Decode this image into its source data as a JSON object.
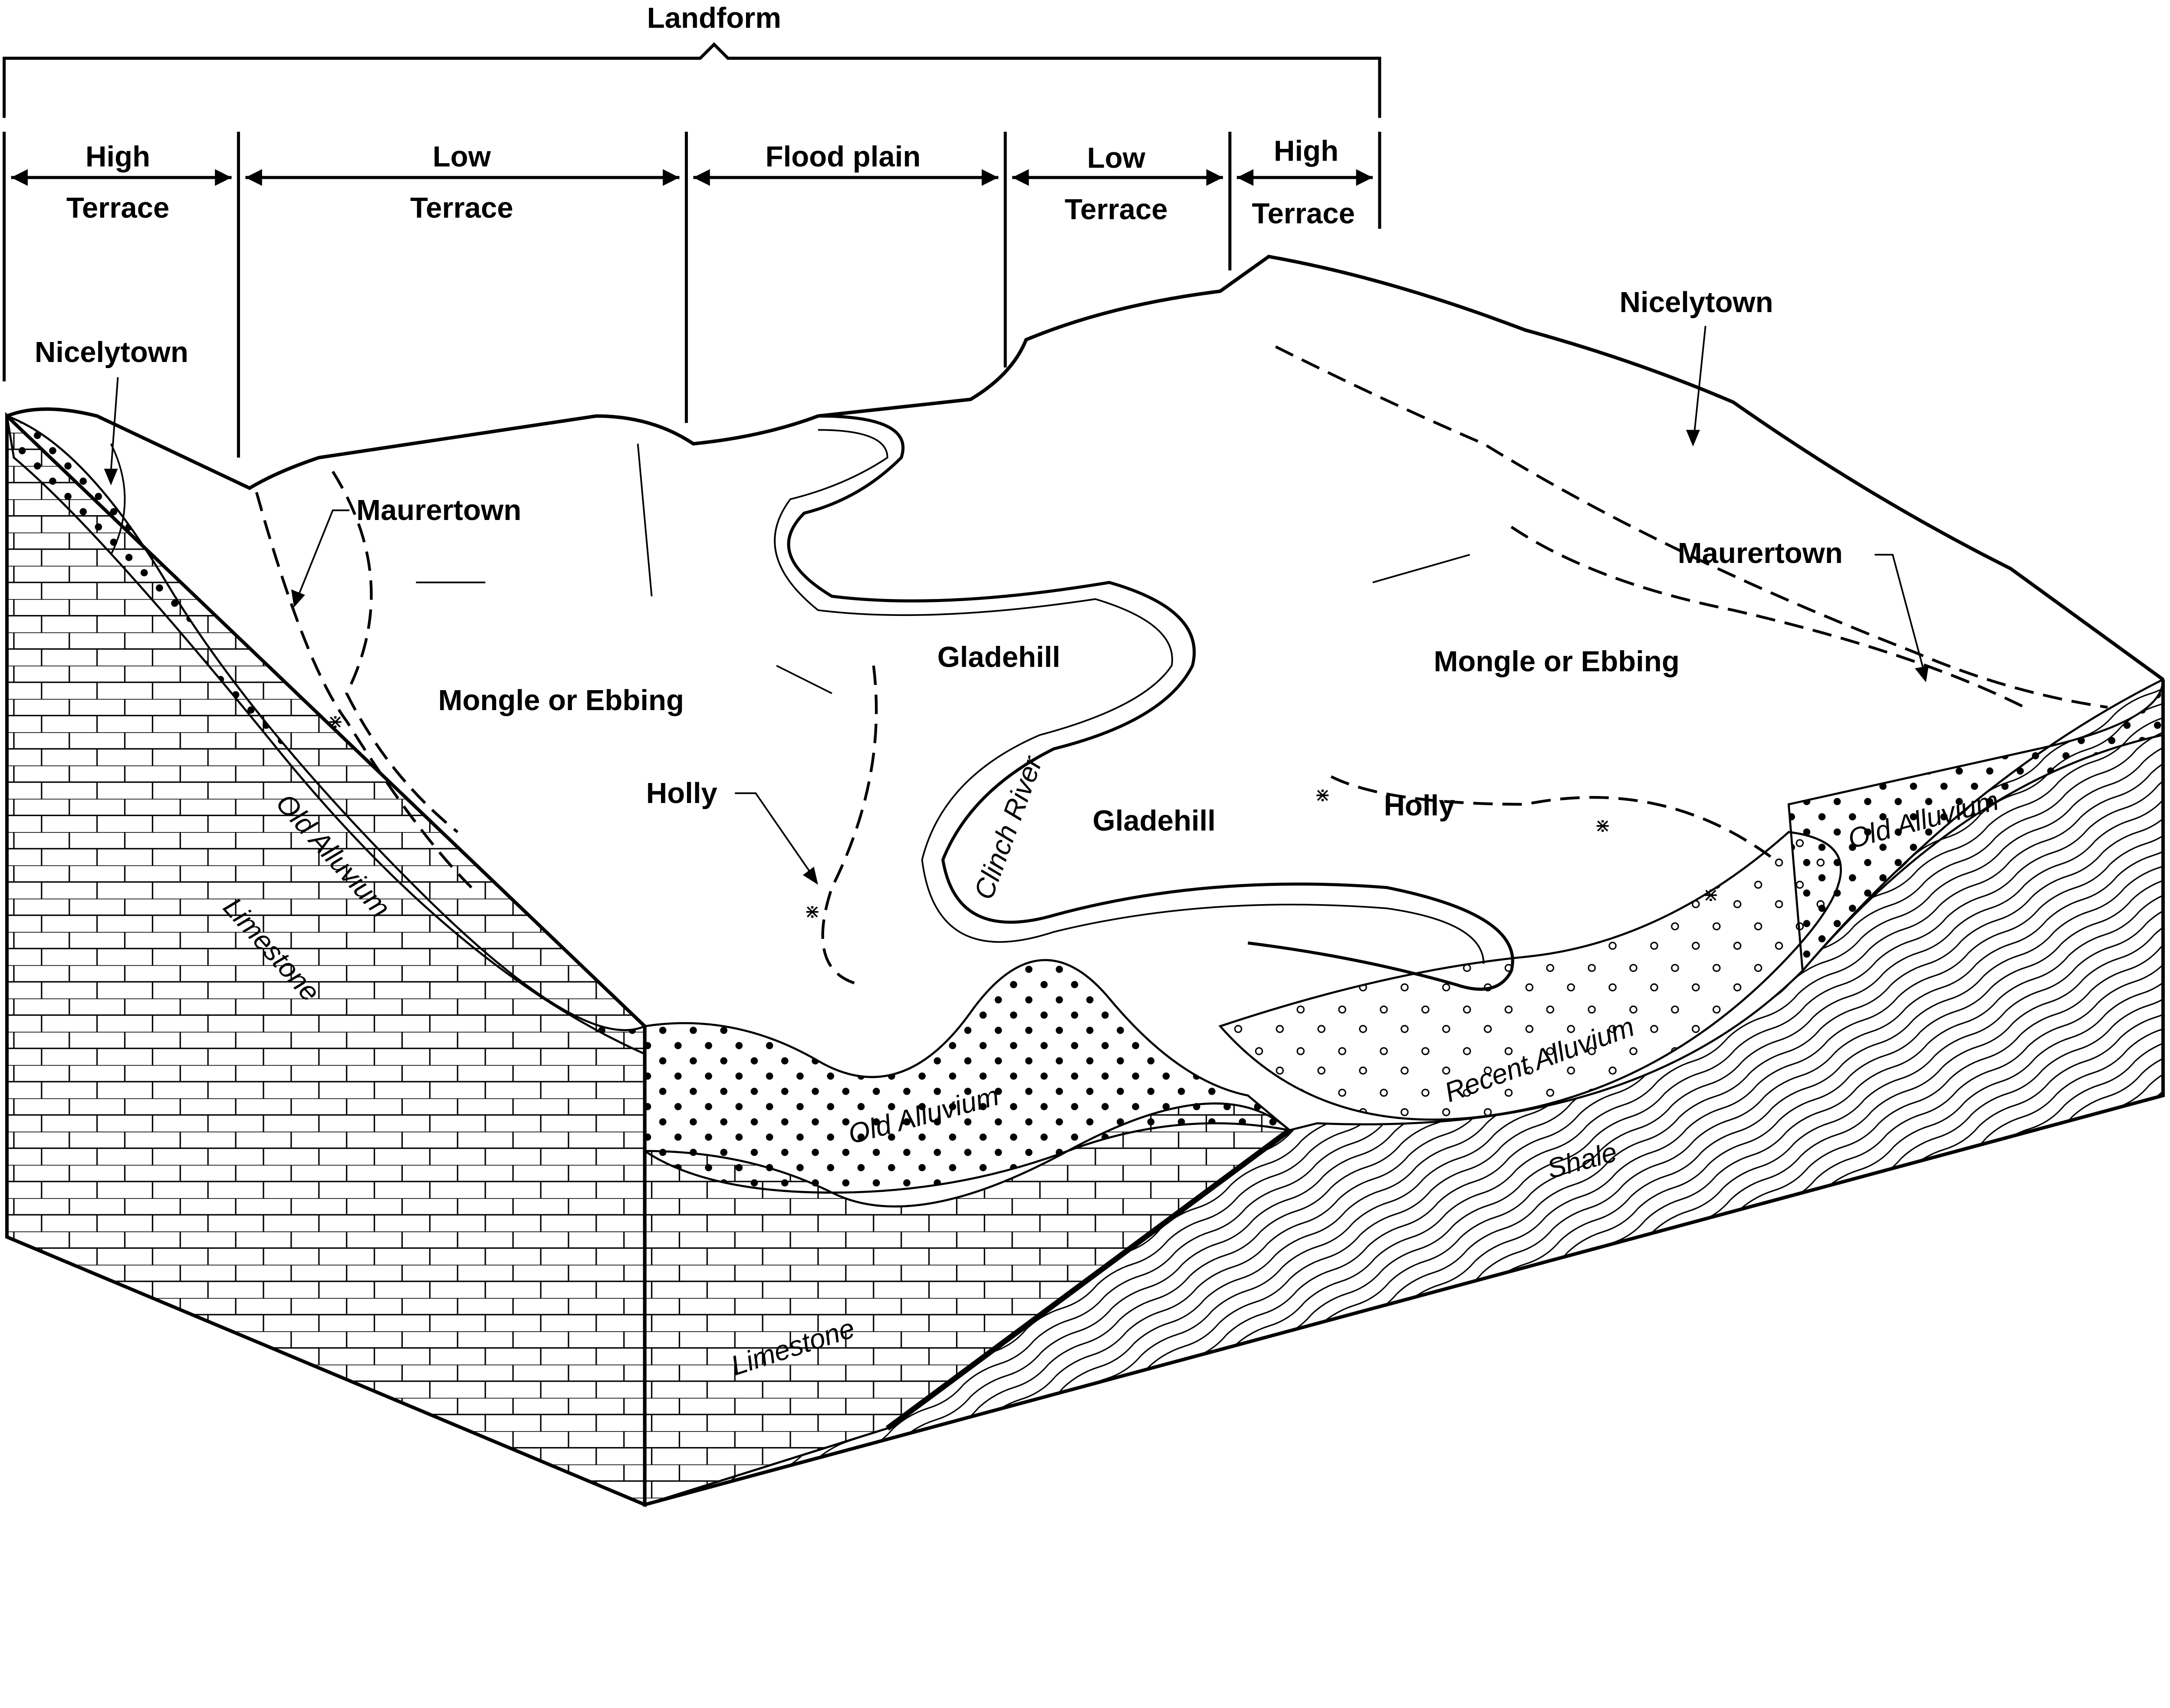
{
  "title": "Landform",
  "landform_segments": [
    {
      "line1": "High",
      "line2": "Terrace"
    },
    {
      "line1": "Low",
      "line2": "Terrace"
    },
    {
      "line1": "Flood plain",
      "line2": ""
    },
    {
      "line1": "Low",
      "line2": "Terrace"
    },
    {
      "line1": "High",
      "line2": "Terrace"
    }
  ],
  "soil_labels": {
    "nicelytown_left": "Nicelytown",
    "nicelytown_right": "Nicelytown",
    "maurertown_left": "Maurertown",
    "maurertown_right": "Maurertown",
    "mongle_left": "Mongle or Ebbing",
    "mongle_right": "Mongle or Ebbing",
    "gladehill_upper": "Gladehill",
    "gladehill_lower": "Gladehill",
    "holly_left": "Holly",
    "holly_right": "Holly"
  },
  "features": {
    "river": "Clinch River"
  },
  "geology_labels": {
    "old_alluvium_left": "Old Alluvium",
    "old_alluvium_front": "Old Alluvium",
    "old_alluvium_right": "Old Alluvium",
    "limestone_left": "Limestone",
    "limestone_front": "Limestone",
    "recent_alluvium": "Recent Alluvium",
    "shale": "Shale"
  }
}
